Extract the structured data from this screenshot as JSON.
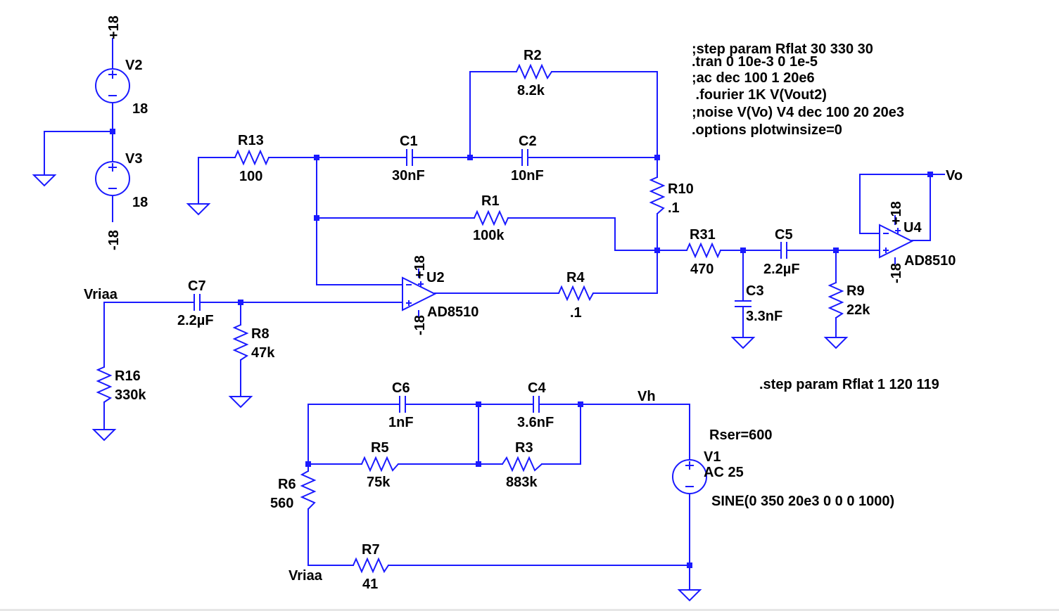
{
  "colors": {
    "wire": "#1a1aff",
    "text": "#000000",
    "background": "#ffffff"
  },
  "directives": [
    ";step param Rflat 30 330 30",
    ".tran 0 10e-3 0 1e-5",
    ";ac dec 100 1 20e6",
    " .fourier 1K V(Vout2)",
    ";noise V(Vo) V4 dec 100 20 20e3",
    ".options plotwinsize=0"
  ],
  "step_directive": ".step param Rflat 1 120 119",
  "supplies": {
    "v2": {
      "name": "V2",
      "value": "18",
      "rail_label": "+18"
    },
    "v3": {
      "name": "V3",
      "value": "18",
      "rail_label": "-18"
    }
  },
  "components": {
    "r13": {
      "name": "R13",
      "value": "100"
    },
    "c1": {
      "name": "C1",
      "value": "30nF"
    },
    "c2": {
      "name": "C2",
      "value": "10nF"
    },
    "r2": {
      "name": "R2",
      "value": "8.2k"
    },
    "r10": {
      "name": "R10",
      "value": ".1"
    },
    "r1": {
      "name": "R1",
      "value": "100k"
    },
    "r31": {
      "name": "R31",
      "value": "470"
    },
    "c5": {
      "name": "C5",
      "value": "2.2µF"
    },
    "c3": {
      "name": "C3",
      "value": "3.3nF"
    },
    "r9": {
      "name": "R9",
      "value": "22k"
    },
    "r4": {
      "name": "R4",
      "value": ".1"
    },
    "c7": {
      "name": "C7",
      "value": "2.2µF"
    },
    "r8": {
      "name": "R8",
      "value": "47k"
    },
    "r16": {
      "name": "R16",
      "value": "330k"
    },
    "c6": {
      "name": "C6",
      "value": "1nF"
    },
    "c4": {
      "name": "C4",
      "value": "3.6nF"
    },
    "r5": {
      "name": "R5",
      "value": "75k"
    },
    "r3": {
      "name": "R3",
      "value": "883k"
    },
    "r6": {
      "name": "R6",
      "value": "560"
    },
    "r7": {
      "name": "R7",
      "value": "41"
    }
  },
  "opamps": {
    "u2": {
      "name": "U2",
      "model": "AD8510",
      "pos_rail": "+18",
      "neg_rail": "-18"
    },
    "u4": {
      "name": "U4",
      "model": "AD8510",
      "pos_rail": "+18",
      "neg_rail": "-18"
    }
  },
  "source_v1": {
    "name": "V1",
    "ac": "AC 25",
    "rser": "Rser=600",
    "sine": "SINE(0 350 20e3 0 0 0 1000)"
  },
  "nets": {
    "vo": "Vo",
    "vriaa_in": "Vriaa",
    "vriaa_out": "Vriaa",
    "vh": "Vh"
  }
}
